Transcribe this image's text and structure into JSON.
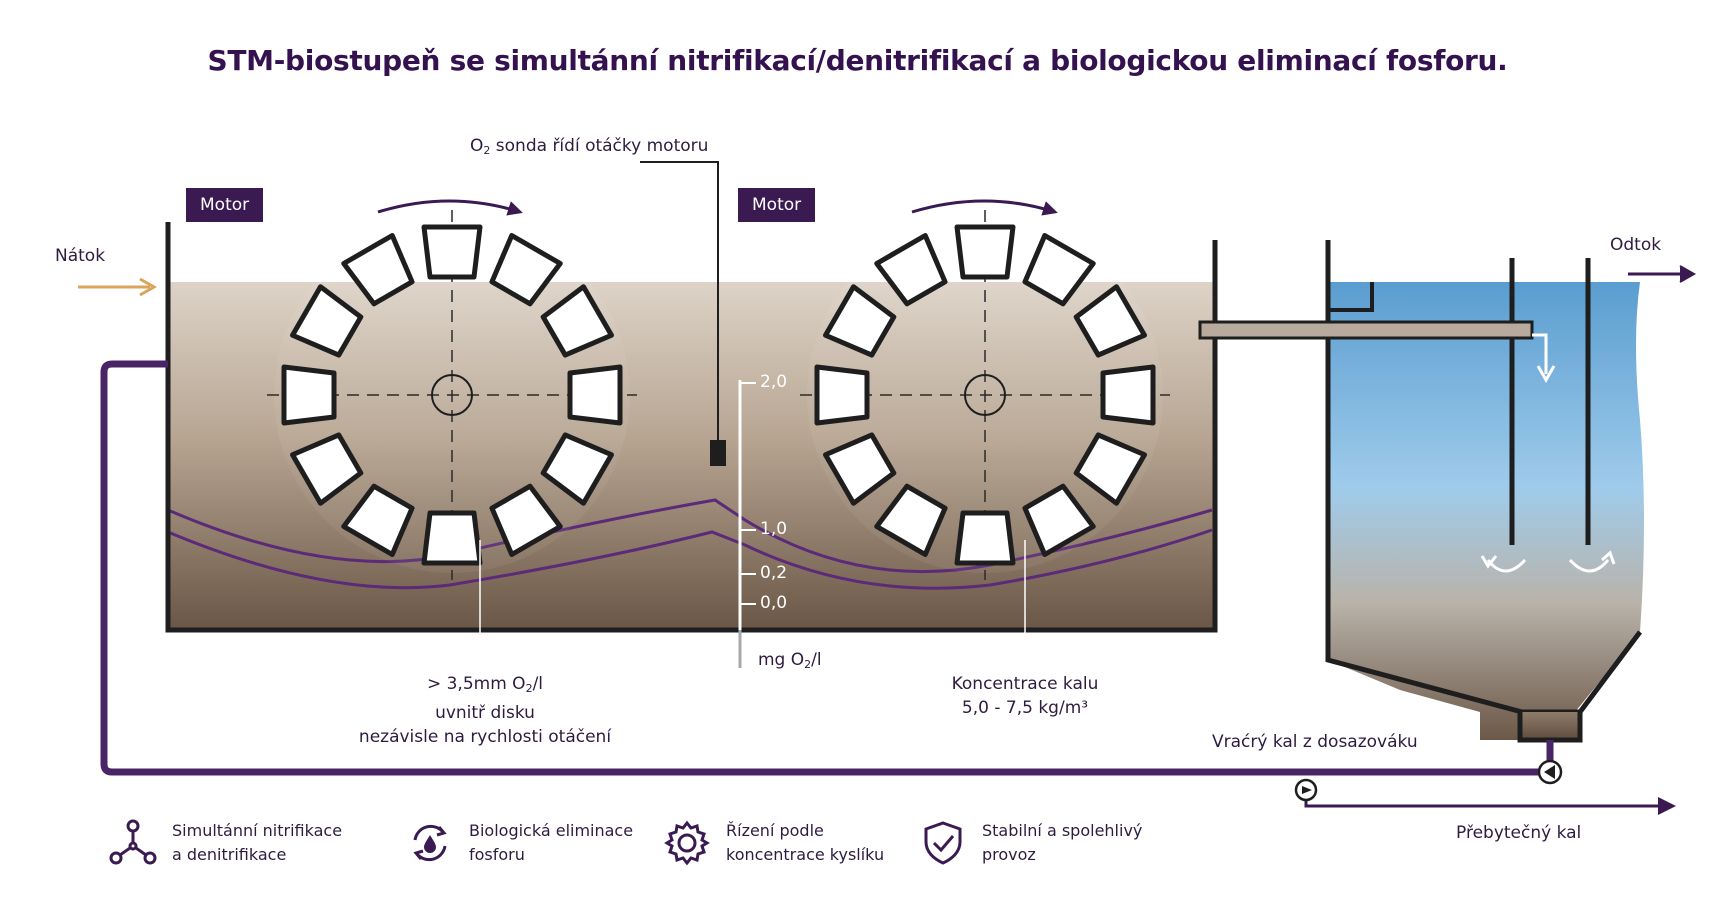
{
  "title": "STM-biostupeň se simultánní nitrifikací/denitrifikací a biologickou eliminací fosforu.",
  "labels": {
    "inflow": "Nátok",
    "outflow": "Odtok",
    "motor_left": "Motor",
    "motor_right": "Motor",
    "o2_probe_prefix": "O",
    "o2_probe_sub": "2",
    "o2_probe_suffix": " sonda řídí otáčky motoru",
    "return_sludge": "Vraćrý kal z dosazováku",
    "excess_sludge": "Přebytečný kal",
    "disk_o2_line1_prefix": "> 3,5mm O",
    "disk_o2_line1_sub": "2",
    "disk_o2_line1_suffix": "/l",
    "disk_o2_line2": "uvnitř disku",
    "disk_o2_line3": "nezávisle na rychlosti otáčení",
    "sludge_conc_line1": "Koncentrace kalu",
    "sludge_conc_line2": "5,0 - 7,5 kg/m³",
    "scale_unit_prefix": "mg O",
    "scale_unit_sub": "2",
    "scale_unit_suffix": "/l"
  },
  "o2_scale_ticks": [
    "2,0",
    "1,0",
    "0,2",
    "0,0"
  ],
  "features": [
    {
      "icon": "network-nodes-icon",
      "line1": "Simultánní nitrifikace",
      "line2": "a denitrifikace"
    },
    {
      "icon": "recycle-drop-icon",
      "line1": "Biologická eliminace",
      "line2": "fosforu"
    },
    {
      "icon": "gear-icon",
      "line1": "Řízení podle",
      "line2": "koncentrace kyslíku"
    },
    {
      "icon": "shield-check-icon",
      "line1": "Stabilní a spolehlivý",
      "line2": "provoz"
    }
  ],
  "colors": {
    "purple_dark": "#3b1a52",
    "purple_line": "#5b2a78",
    "inflow_arrow": "#d9a55a",
    "sludge_top": "#d8cfc4",
    "sludge_bottom": "#6a5646",
    "clear_water": "#7ab4de"
  }
}
